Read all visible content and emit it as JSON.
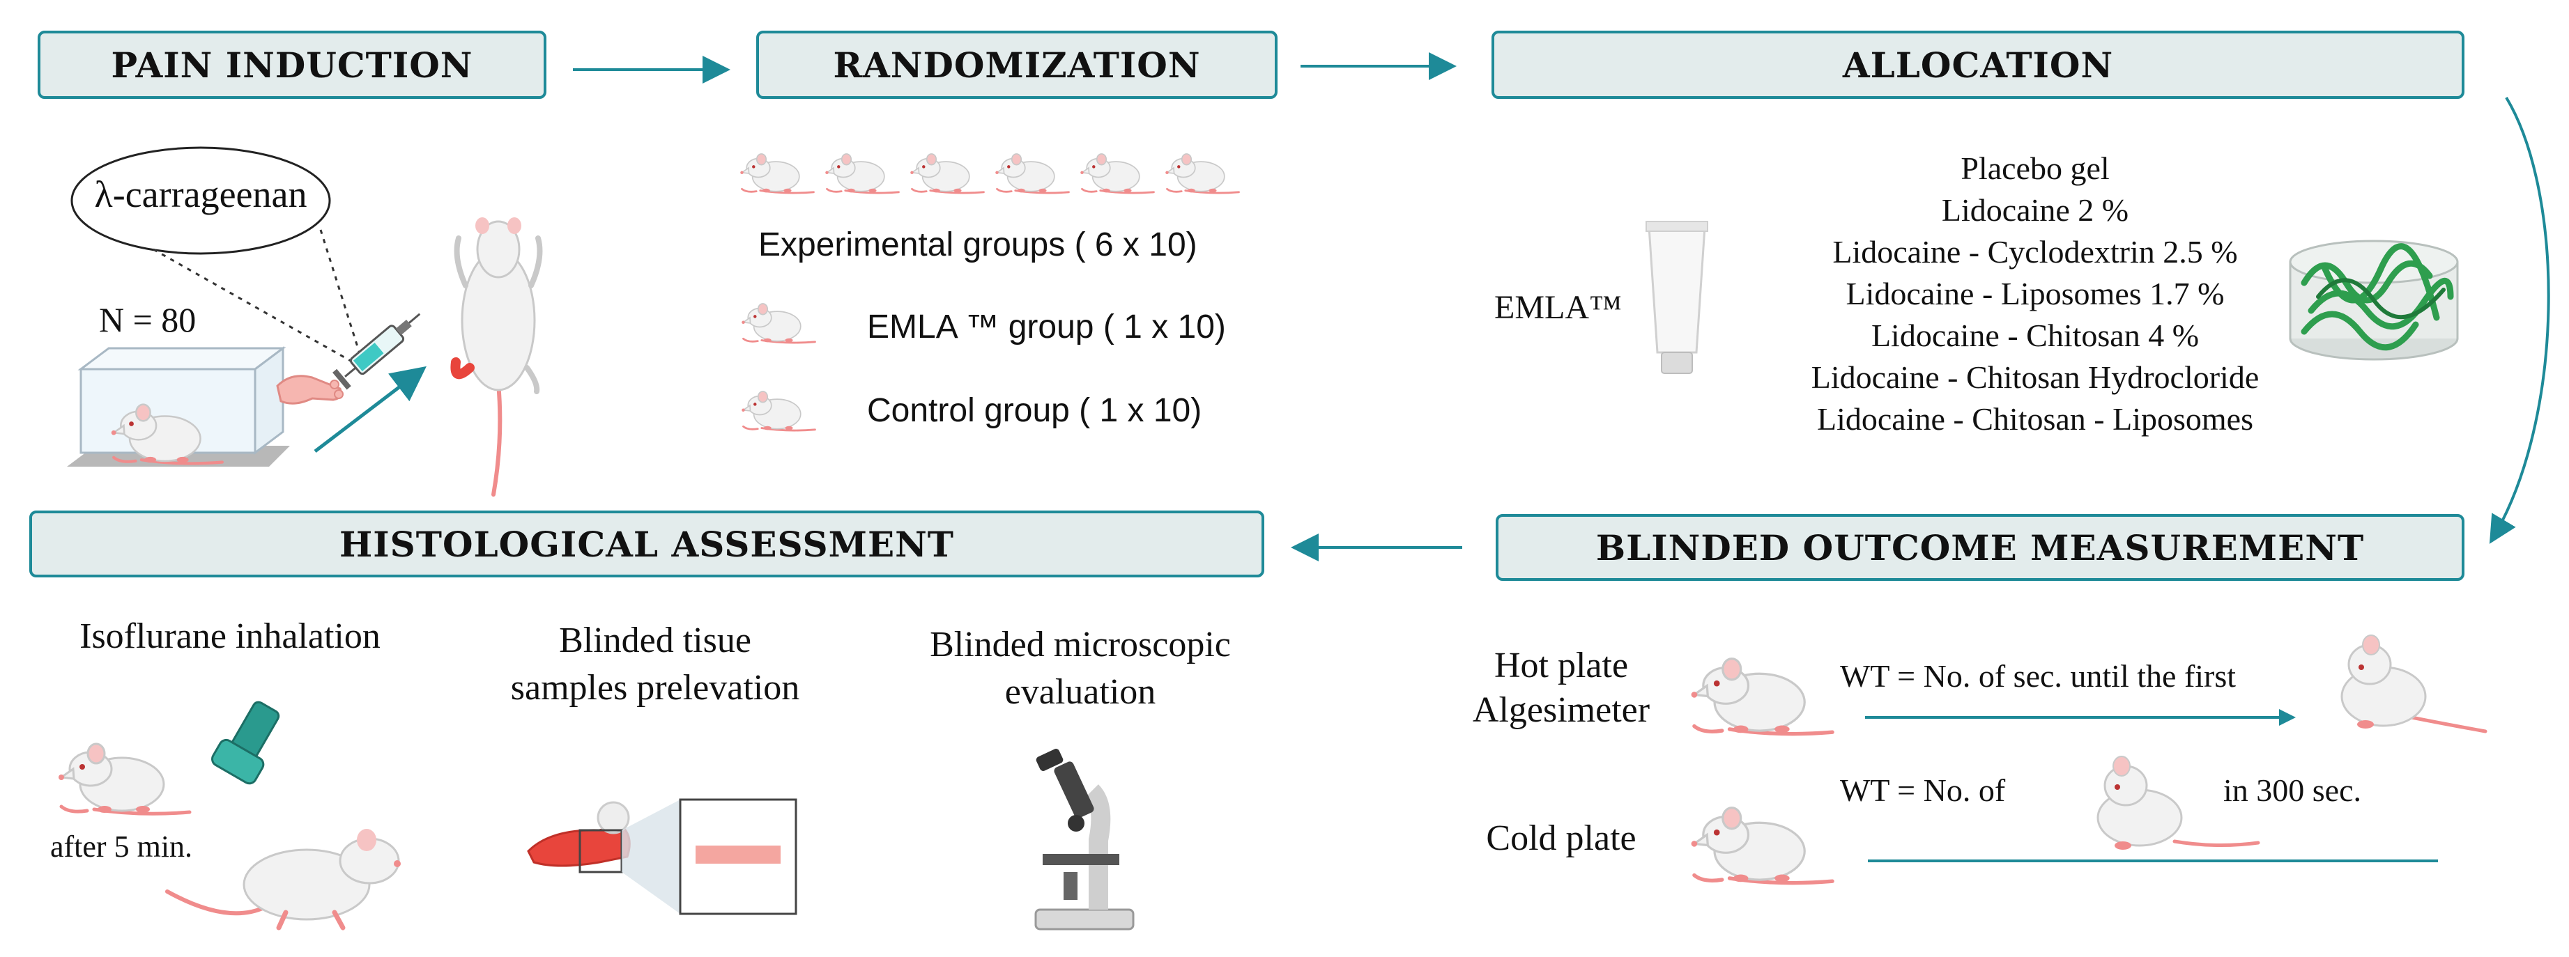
{
  "colors": {
    "teal": "#1e8a98",
    "box_fill": "#e3ecec",
    "rat_body": "#f2f2f2",
    "rat_tail": "#f08c8c",
    "accent_red": "#e8453c",
    "liposome_green": "#2e9e4e"
  },
  "stages": {
    "pain_induction": "PAIN INDUCTION",
    "randomization": "RANDOMIZATION",
    "allocation": "ALLOCATION",
    "histological": "HISTOLOGICAL ASSESSMENT",
    "blinded_outcome": "BLINDED OUTCOME MEASUREMENT"
  },
  "pain_induction": {
    "agent": "λ-carrageenan",
    "n": "N = 80"
  },
  "randomization": {
    "experimental": "Experimental groups ( 6 x 10)",
    "emla": "EMLA ™ group ( 1 x 10)",
    "control": "Control group ( 1 x 10)"
  },
  "allocation": {
    "emla_label": "EMLA™",
    "groups": [
      "Placebo gel",
      "Lidocaine 2 %",
      "Lidocaine - Cyclodextrin 2.5 %",
      "Lidocaine - Liposomes 1.7 %",
      "Lidocaine - Chitosan 4 %",
      "Lidocaine - Chitosan Hydrocloride",
      "Lidocaine - Chitosan - Liposomes"
    ]
  },
  "histological": {
    "step1": "Isoflurane inhalation",
    "step1_note": "after 5 min.",
    "step2_line1": "Blinded tisue",
    "step2_line2": "samples prelevation",
    "step3_line1": "Blinded microscopic",
    "step3_line2": "evaluation"
  },
  "outcome": {
    "hot_line1": "Hot plate",
    "hot_line2": "Algesimeter",
    "hot_wt": "WT = No. of sec. until the first",
    "cold_label": "Cold plate",
    "cold_wt_prefix": "WT = No. of",
    "cold_wt_suffix": "in 300 sec."
  },
  "icons": {
    "rat": "rat-icon",
    "syringe": "syringe-icon",
    "paw": "paw-icon",
    "cage": "cage-icon",
    "tube": "emla-tube-icon",
    "liposome": "liposome-icon",
    "inhaler": "inhaler-icon",
    "microscope": "microscope-icon",
    "tissue": "tissue-sample-icon"
  }
}
